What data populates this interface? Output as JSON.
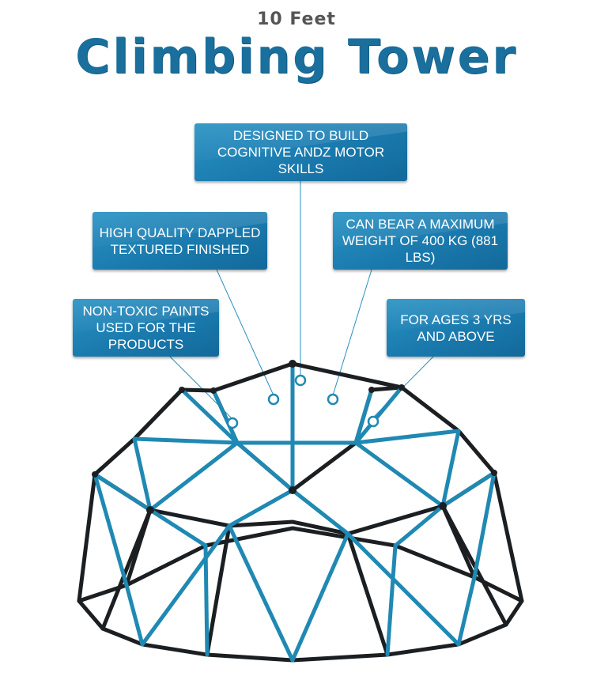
{
  "header": {
    "subtitle": "10 Feet",
    "title": "Climbing Tower"
  },
  "callouts": [
    {
      "text": "Designed to build cognitive andz motor skills"
    },
    {
      "text": "High quality dappled textured finished"
    },
    {
      "text": "Can bear a maximum weight of 400 kg (881 lbs)"
    },
    {
      "text": "Non-toxic paints used for the products"
    },
    {
      "text": "For ages 3 yrs and above"
    }
  ],
  "colors": {
    "title": "#1a6f9c",
    "callout_bg": "#1a7aae",
    "dome_blue": "#1f89b3",
    "dome_black": "#1c1f22"
  }
}
